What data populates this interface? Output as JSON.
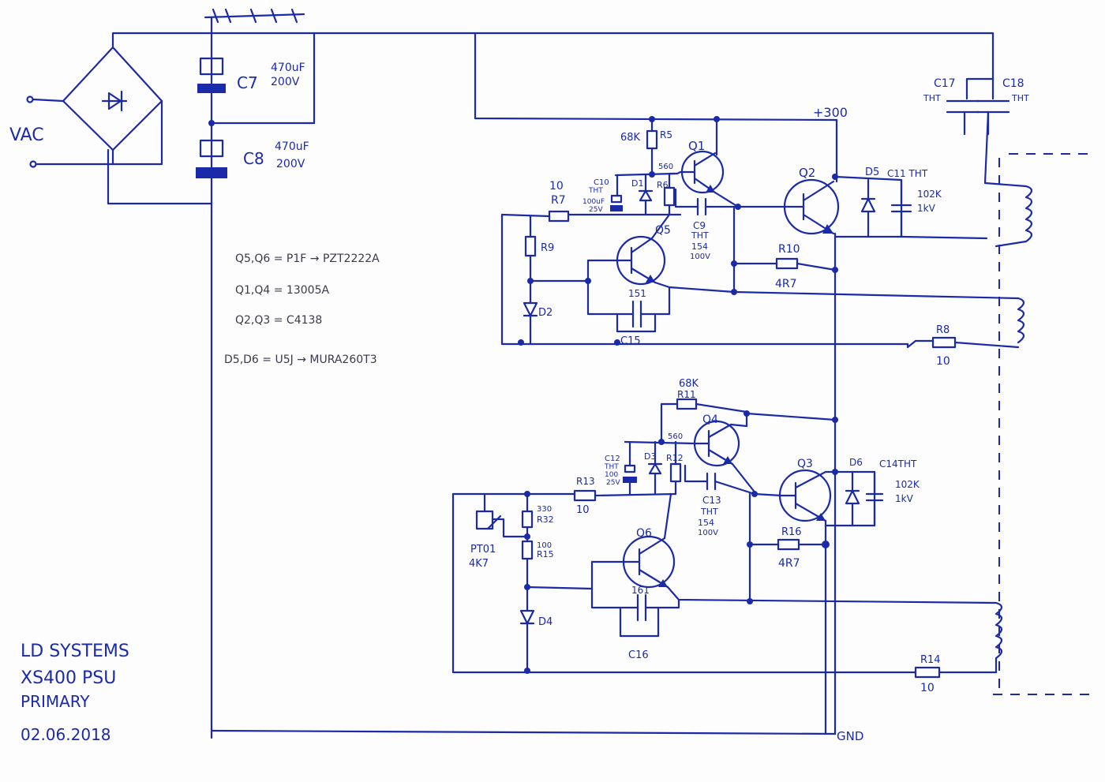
{
  "title": {
    "line1": "LD SYSTEMS",
    "line2": "XS400 PSU",
    "line3": "PRIMARY",
    "date": "02.06.2018"
  },
  "input": {
    "label": "VAC"
  },
  "rails": {
    "plus": "+300",
    "gnd": "GND"
  },
  "notes": [
    "Q5,Q6 = P1F → PZT2222A",
    "Q1,Q4 = 13005A",
    "Q2,Q3 = C4138",
    "D5,D6 = U5J → MURA260T3"
  ],
  "components": {
    "c7": {
      "ref": "C7",
      "v1": "470uF",
      "v2": "200V"
    },
    "c8": {
      "ref": "C8",
      "v1": "470uF",
      "v2": "200V"
    },
    "c17": {
      "ref": "C17",
      "v1": "THT"
    },
    "c18": {
      "ref": "C18",
      "v1": "THT"
    },
    "r5": {
      "ref": "R5",
      "val": "68K"
    },
    "r6": {
      "ref": "R6",
      "val": "560"
    },
    "r7": {
      "ref": "R7",
      "val": "10"
    },
    "r8": {
      "ref": "R8",
      "val": "10"
    },
    "r9": {
      "ref": "R9"
    },
    "r10": {
      "ref": "R10",
      "val": "4R7"
    },
    "c10": {
      "ref": "C10",
      "v1": "THT",
      "v2": "100uF",
      "v3": "25V"
    },
    "d1": {
      "ref": "D1"
    },
    "d2": {
      "ref": "D2"
    },
    "q1": {
      "ref": "Q1"
    },
    "q2": {
      "ref": "Q2"
    },
    "q5": {
      "ref": "Q5"
    },
    "c9": {
      "ref": "C9",
      "v1": "THT",
      "v2": "154",
      "v3": "100V"
    },
    "c15": {
      "ref": "C15",
      "v1": "151"
    },
    "d5": {
      "ref": "D5"
    },
    "c11": {
      "ref": "C11 THT",
      "v1": "102K",
      "v2": "1kV"
    },
    "r11": {
      "ref": "R11",
      "val": "68K"
    },
    "r12": {
      "ref": "R12",
      "val": "560"
    },
    "r13": {
      "ref": "R13",
      "val": "10"
    },
    "r14": {
      "ref": "R14",
      "val": "10"
    },
    "r15": {
      "ref": "R15",
      "val": "100"
    },
    "r32": {
      "ref": "R32",
      "val": "330"
    },
    "r16": {
      "ref": "R16",
      "val": "4R7"
    },
    "pt01": {
      "ref": "PT01",
      "val": "4K7"
    },
    "c12": {
      "ref": "C12",
      "v1": "THT",
      "v2": "100",
      "v3": "25V"
    },
    "d3": {
      "ref": "D3"
    },
    "d4": {
      "ref": "D4"
    },
    "q3": {
      "ref": "Q3"
    },
    "q4": {
      "ref": "Q4"
    },
    "q6": {
      "ref": "Q6"
    },
    "c13": {
      "ref": "C13",
      "v1": "THT",
      "v2": "154",
      "v3": "100V"
    },
    "c16": {
      "ref": "C16",
      "v1": "161"
    },
    "d6": {
      "ref": "D6"
    },
    "c14": {
      "ref": "C14THT",
      "v1": "102K",
      "v2": "1kV"
    }
  },
  "colors": {
    "ink": "#1a2aa8",
    "pencil": "#3a3a4a",
    "paper": "#fdfdfd"
  }
}
